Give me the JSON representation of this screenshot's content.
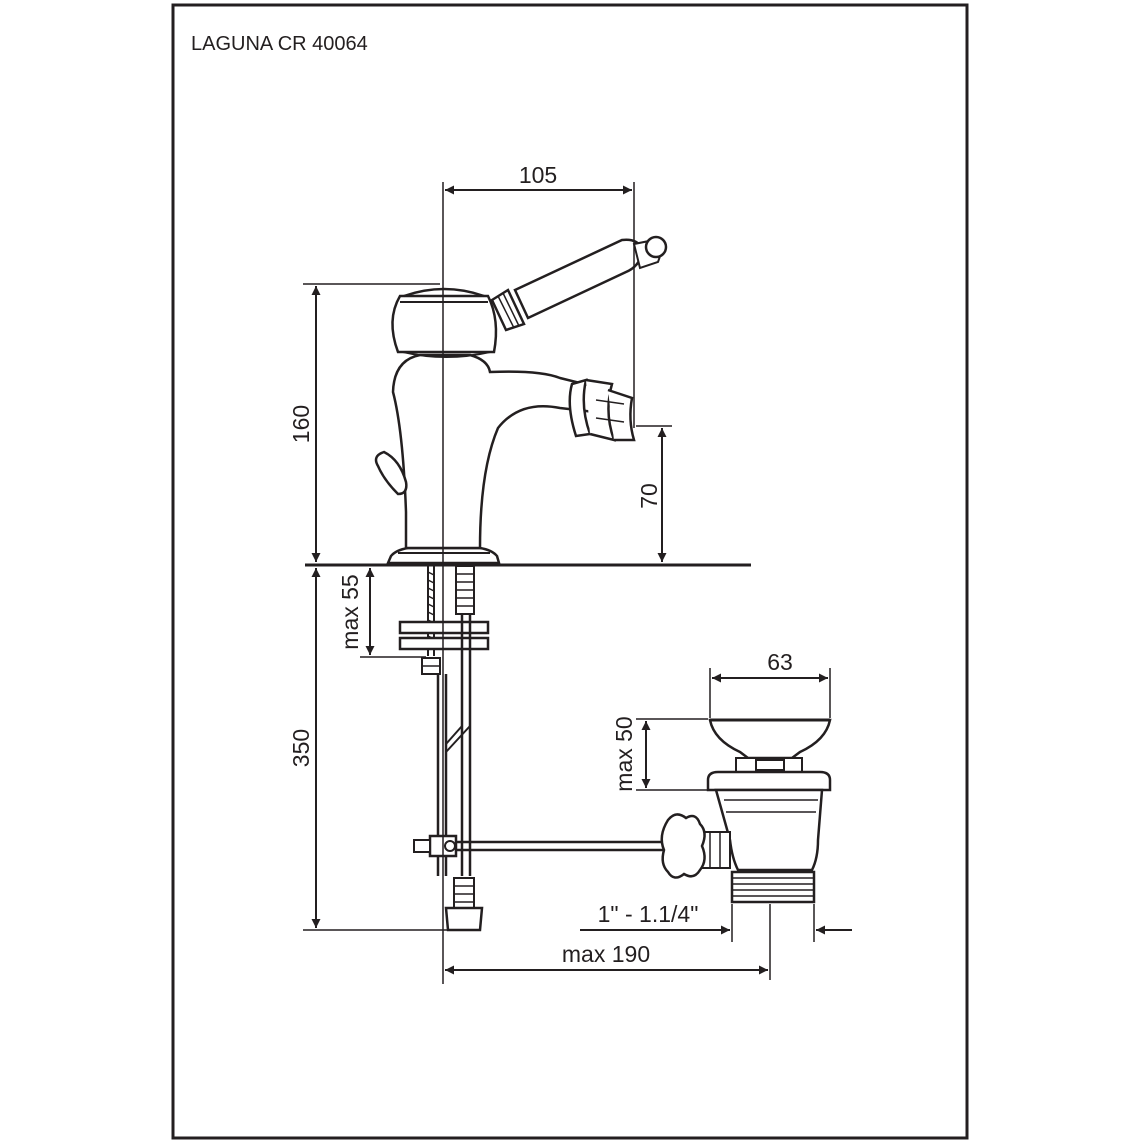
{
  "title": "LAGUNA CR 40064",
  "dimensions": {
    "spout_reach": "105",
    "height_total": "160",
    "spout_height": "70",
    "max_deck_thickness": "max 55",
    "tail_length": "350",
    "waste_head_diameter": "63",
    "max_waste_thickness": "max 50",
    "waste_thread": "1\" - 1.1/4\"",
    "max_rod_length": "max 190"
  },
  "colors": {
    "ink": "#231f20",
    "paper": "#ffffff"
  }
}
